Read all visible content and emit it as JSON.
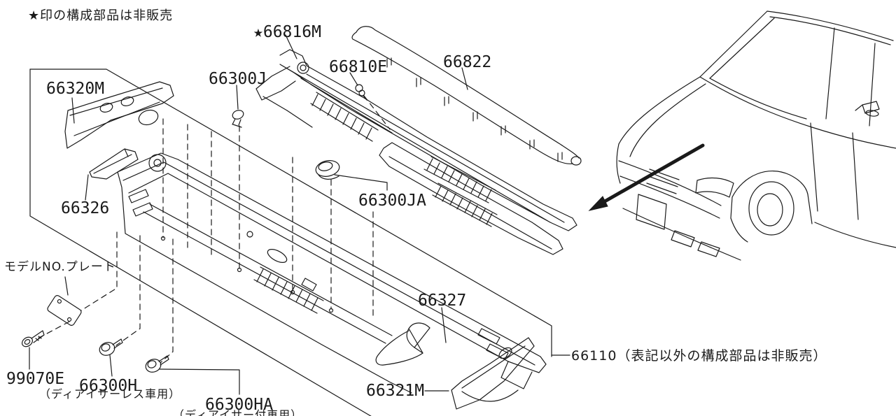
{
  "labels": {
    "note_top": "★印の構成部品は非販売",
    "p66320M": "66320M",
    "p66300J": "66300J",
    "p66816M": "★66816M",
    "p66810E": "66810E",
    "p66822": "66822",
    "p66326": "66326",
    "p66300JA": "66300JA",
    "model_plate": "モデルNO.プレート",
    "p66327": "66327",
    "p99070E": "99070E",
    "p66300H": "66300H",
    "note_deicerless": "（ディアイサーレス車用）",
    "p66300HA": "66300HA",
    "note_deicer": "（ディアイサー付車用）",
    "p66321M": "66321M",
    "p66110_note": "66110（表記以外の構成部品は非販売）"
  },
  "colors": {
    "line": "#1a1a1a",
    "background": "#ffffff"
  }
}
